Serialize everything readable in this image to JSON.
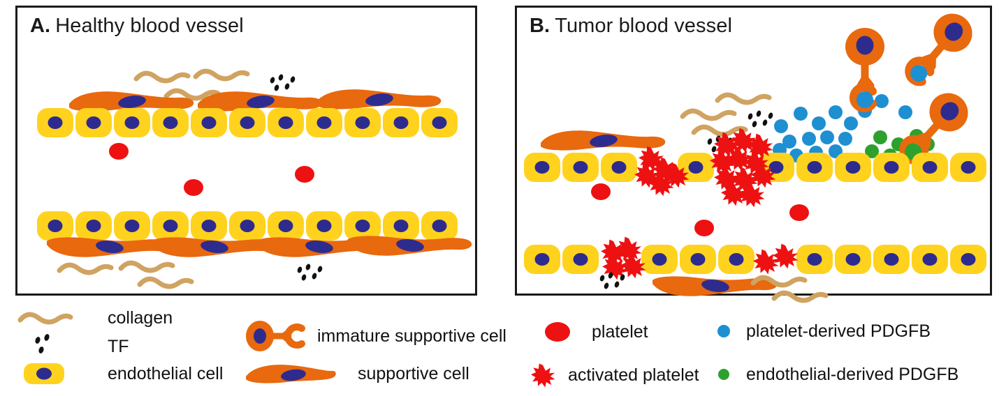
{
  "figure": {
    "type": "biomedical-schematic",
    "panels": [
      {
        "id": "A",
        "letter": "A.",
        "title": "Healthy blood vessel"
      },
      {
        "id": "B",
        "letter": "B.",
        "title": "Tumor blood vessel"
      }
    ]
  },
  "colors": {
    "endothelial_fill": "#FFD21E",
    "nucleus": "#2E2B8F",
    "supportive_cell": "#E8690E",
    "platelet": "#EE1111",
    "activated_platelet": "#EE1111",
    "collagen": "#D0A362",
    "tissue_factor": "#111111",
    "platelet_pdgfb": "#1E8FD1",
    "endothelial_pdgfb": "#2DA12D",
    "border": "#1A1A1A",
    "background": "#FFFFFF"
  },
  "legend": {
    "columns": [
      {
        "items": [
          {
            "icon": "collagen-squiggle-icon",
            "label": "collagen"
          },
          {
            "icon": "tissue-factor-dots-icon",
            "label": "TF"
          },
          {
            "icon": "endothelial-cell-icon",
            "label": "endothelial cell"
          }
        ]
      },
      {
        "items": [
          {
            "icon": "immature-supportive-cell-icon",
            "label": "immature supportive cell"
          },
          {
            "icon": "supportive-cell-icon",
            "label": "supportive cell"
          }
        ]
      },
      {
        "items": [
          {
            "icon": "platelet-icon",
            "label": "platelet"
          },
          {
            "icon": "activated-platelet-icon",
            "label": "activated platelet"
          }
        ]
      },
      {
        "items": [
          {
            "icon": "platelet-pdgfb-dot-icon",
            "label": "platelet-derived PDGFB"
          },
          {
            "icon": "endothelial-pdgfb-dot-icon",
            "label": "endothelial-derived PDGFB"
          }
        ]
      }
    ]
  },
  "panelA": {
    "description": "Healthy vessel: continuous endothelium with 11 cells per wall, fully covered by mature supportive cells, loose collagen and tissue factor outside, resting platelets in lumen.",
    "top_wall": {
      "endothelial_cell_count": 11,
      "supportive_cell_count": 3,
      "supportive_cell_position": "above"
    },
    "bottom_wall": {
      "endothelial_cell_count": 11,
      "supportive_cell_count": 4,
      "supportive_cell_position": "below"
    },
    "collagen_count": 6,
    "tissue_factor_clusters": 2,
    "platelet_count": 3,
    "activated_platelet_count": 0,
    "pdgfb_count": 0
  },
  "panelB": {
    "description": "Tumor vessel: discontinuous endothelium with gaps plugged by activated platelet aggregates, sparse supportive cell coverage, exposed collagen and tissue factor, platelet-derived and endothelial-derived PDGFB gradients recruiting immature supportive cells.",
    "top_wall": {
      "endothelial_cell_count": 11,
      "supportive_cell_count": 1,
      "gap_count": 2
    },
    "bottom_wall": {
      "endothelial_cell_count": 11,
      "supportive_cell_count": 1,
      "gap_count": 2
    },
    "collagen_count": 6,
    "tissue_factor_clusters": 3,
    "platelet_count": 3,
    "activated_platelet_clusters": 4,
    "platelet_pdgfb_count": 16,
    "endothelial_pdgfb_count": 8,
    "immature_supportive_cell_count": 3
  }
}
